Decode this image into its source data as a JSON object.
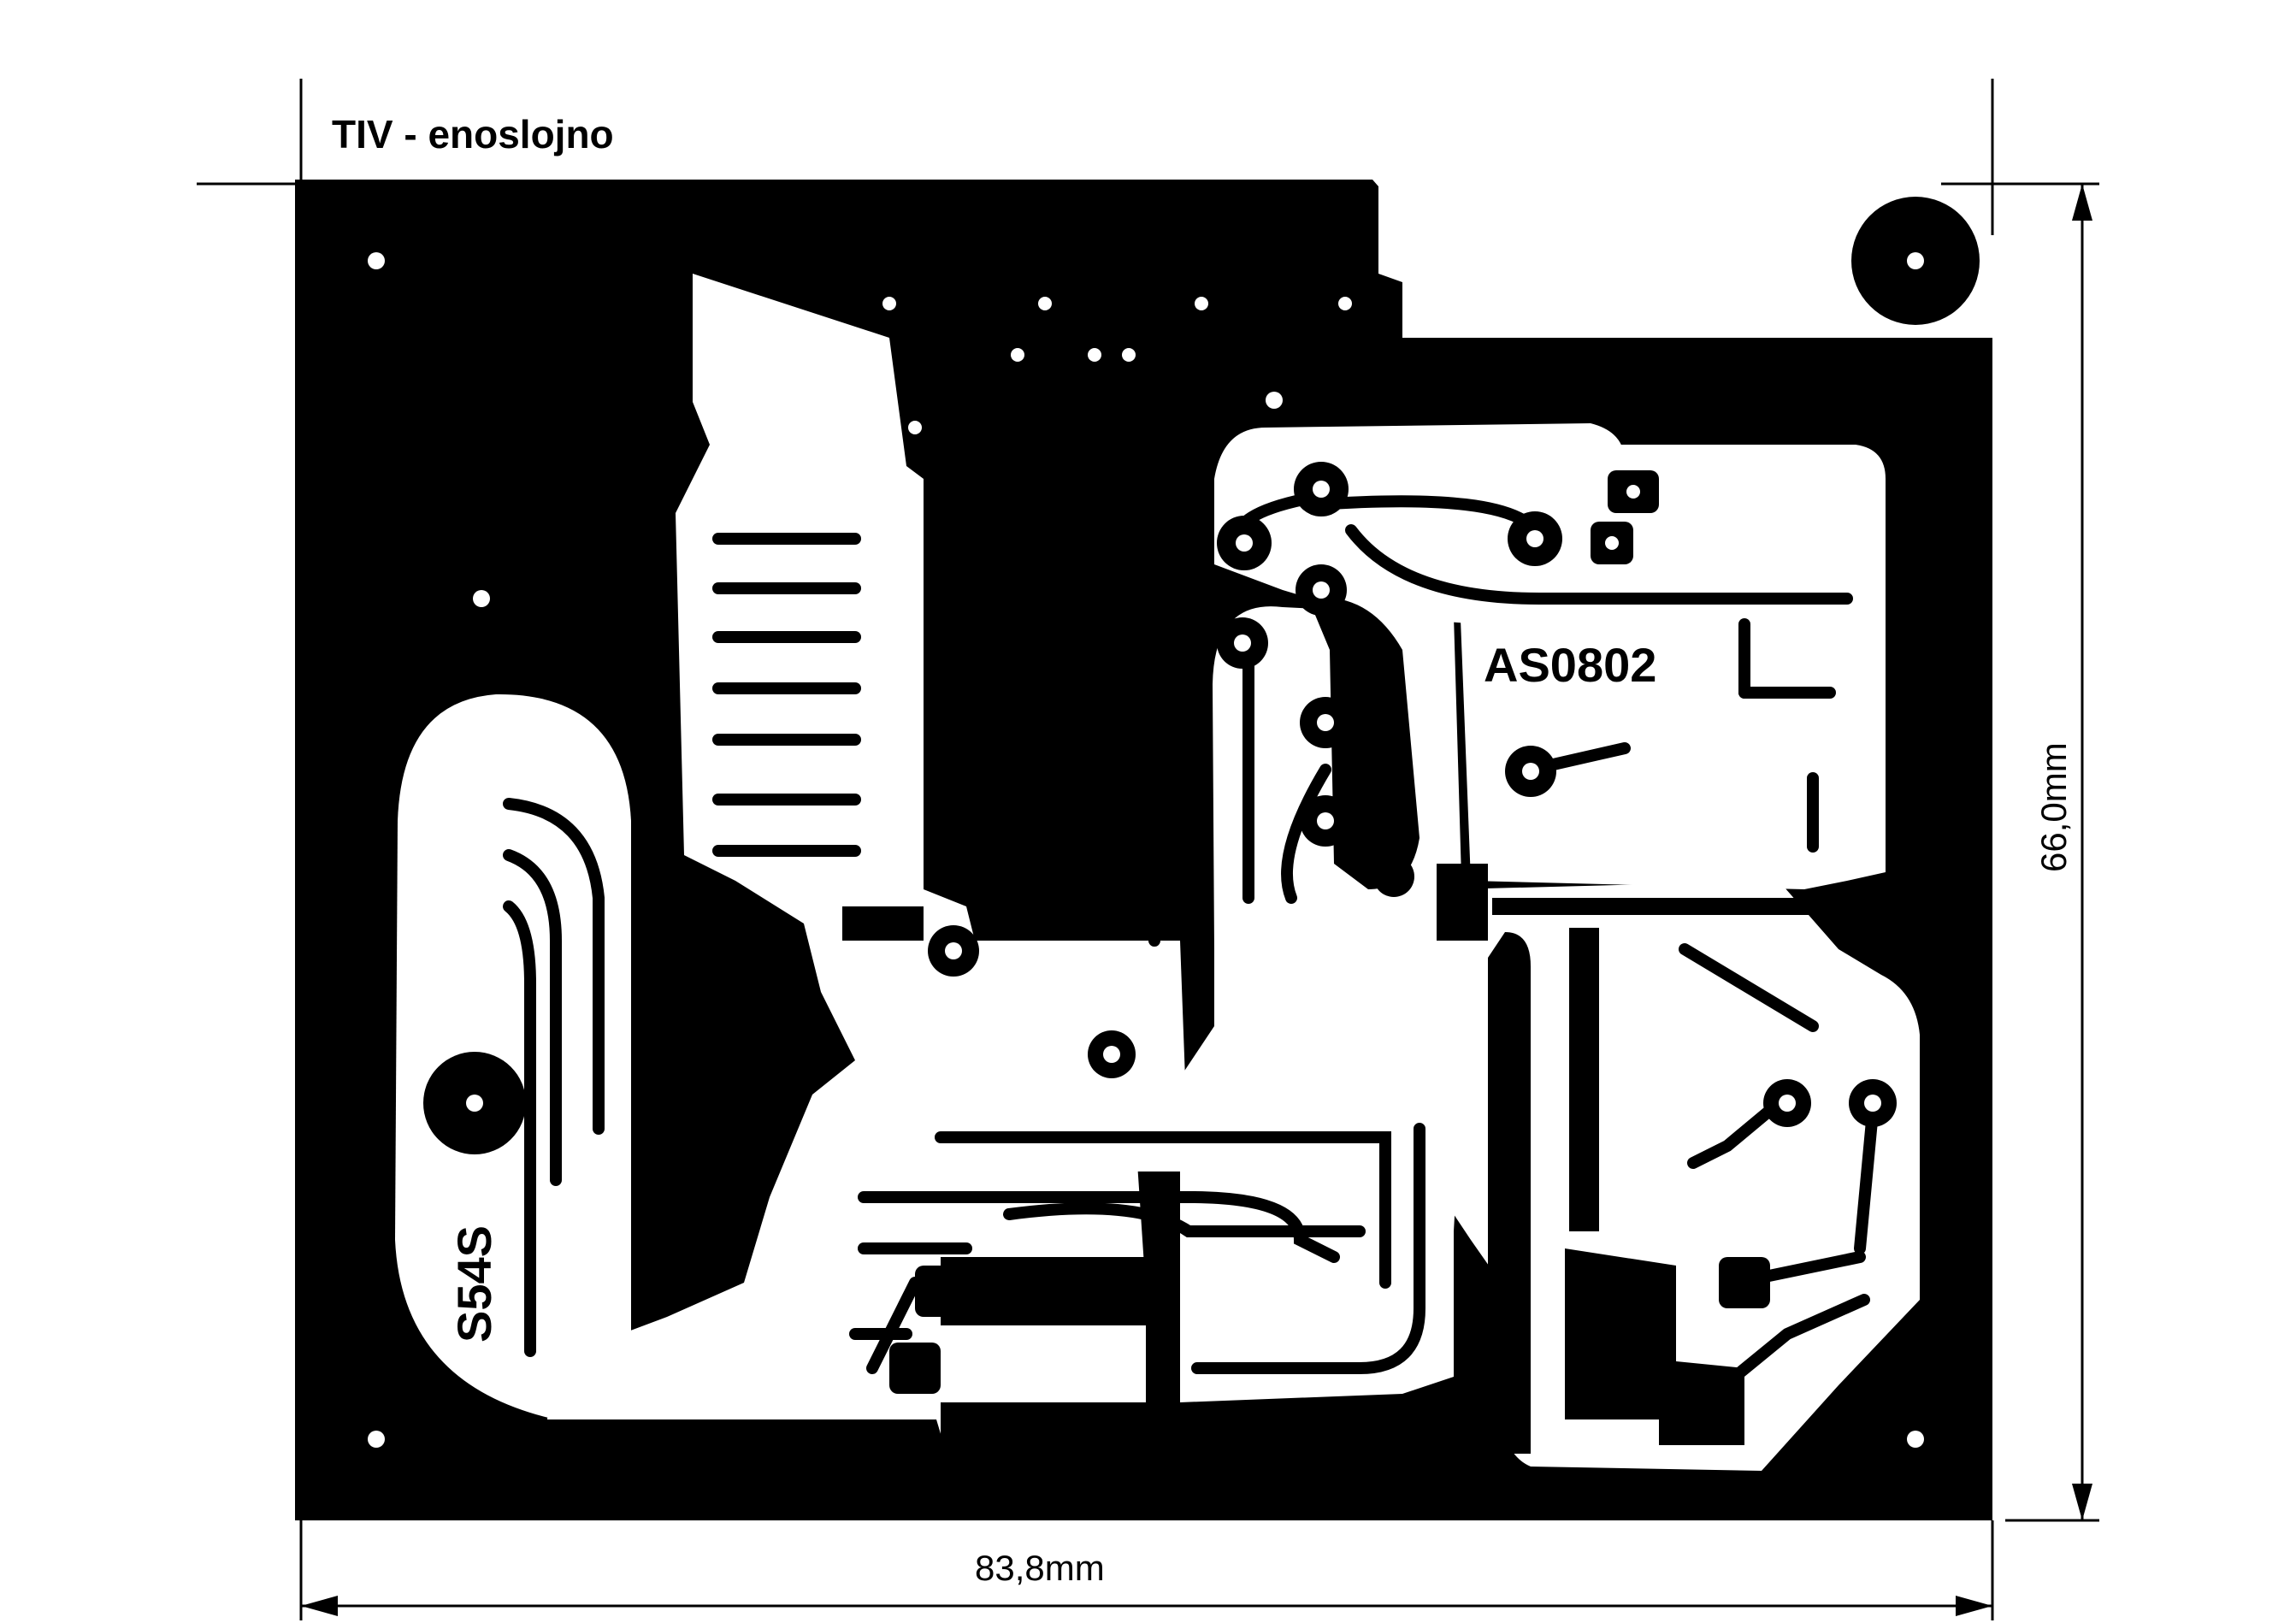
{
  "title": "TIV - enoslojno",
  "board": {
    "label_main": "AS0802",
    "label_side": "S54S"
  },
  "dimensions": {
    "width_label": "83,8mm",
    "height_label": "66,0mm"
  },
  "colors": {
    "copper": "#000000",
    "background": "#ffffff"
  }
}
